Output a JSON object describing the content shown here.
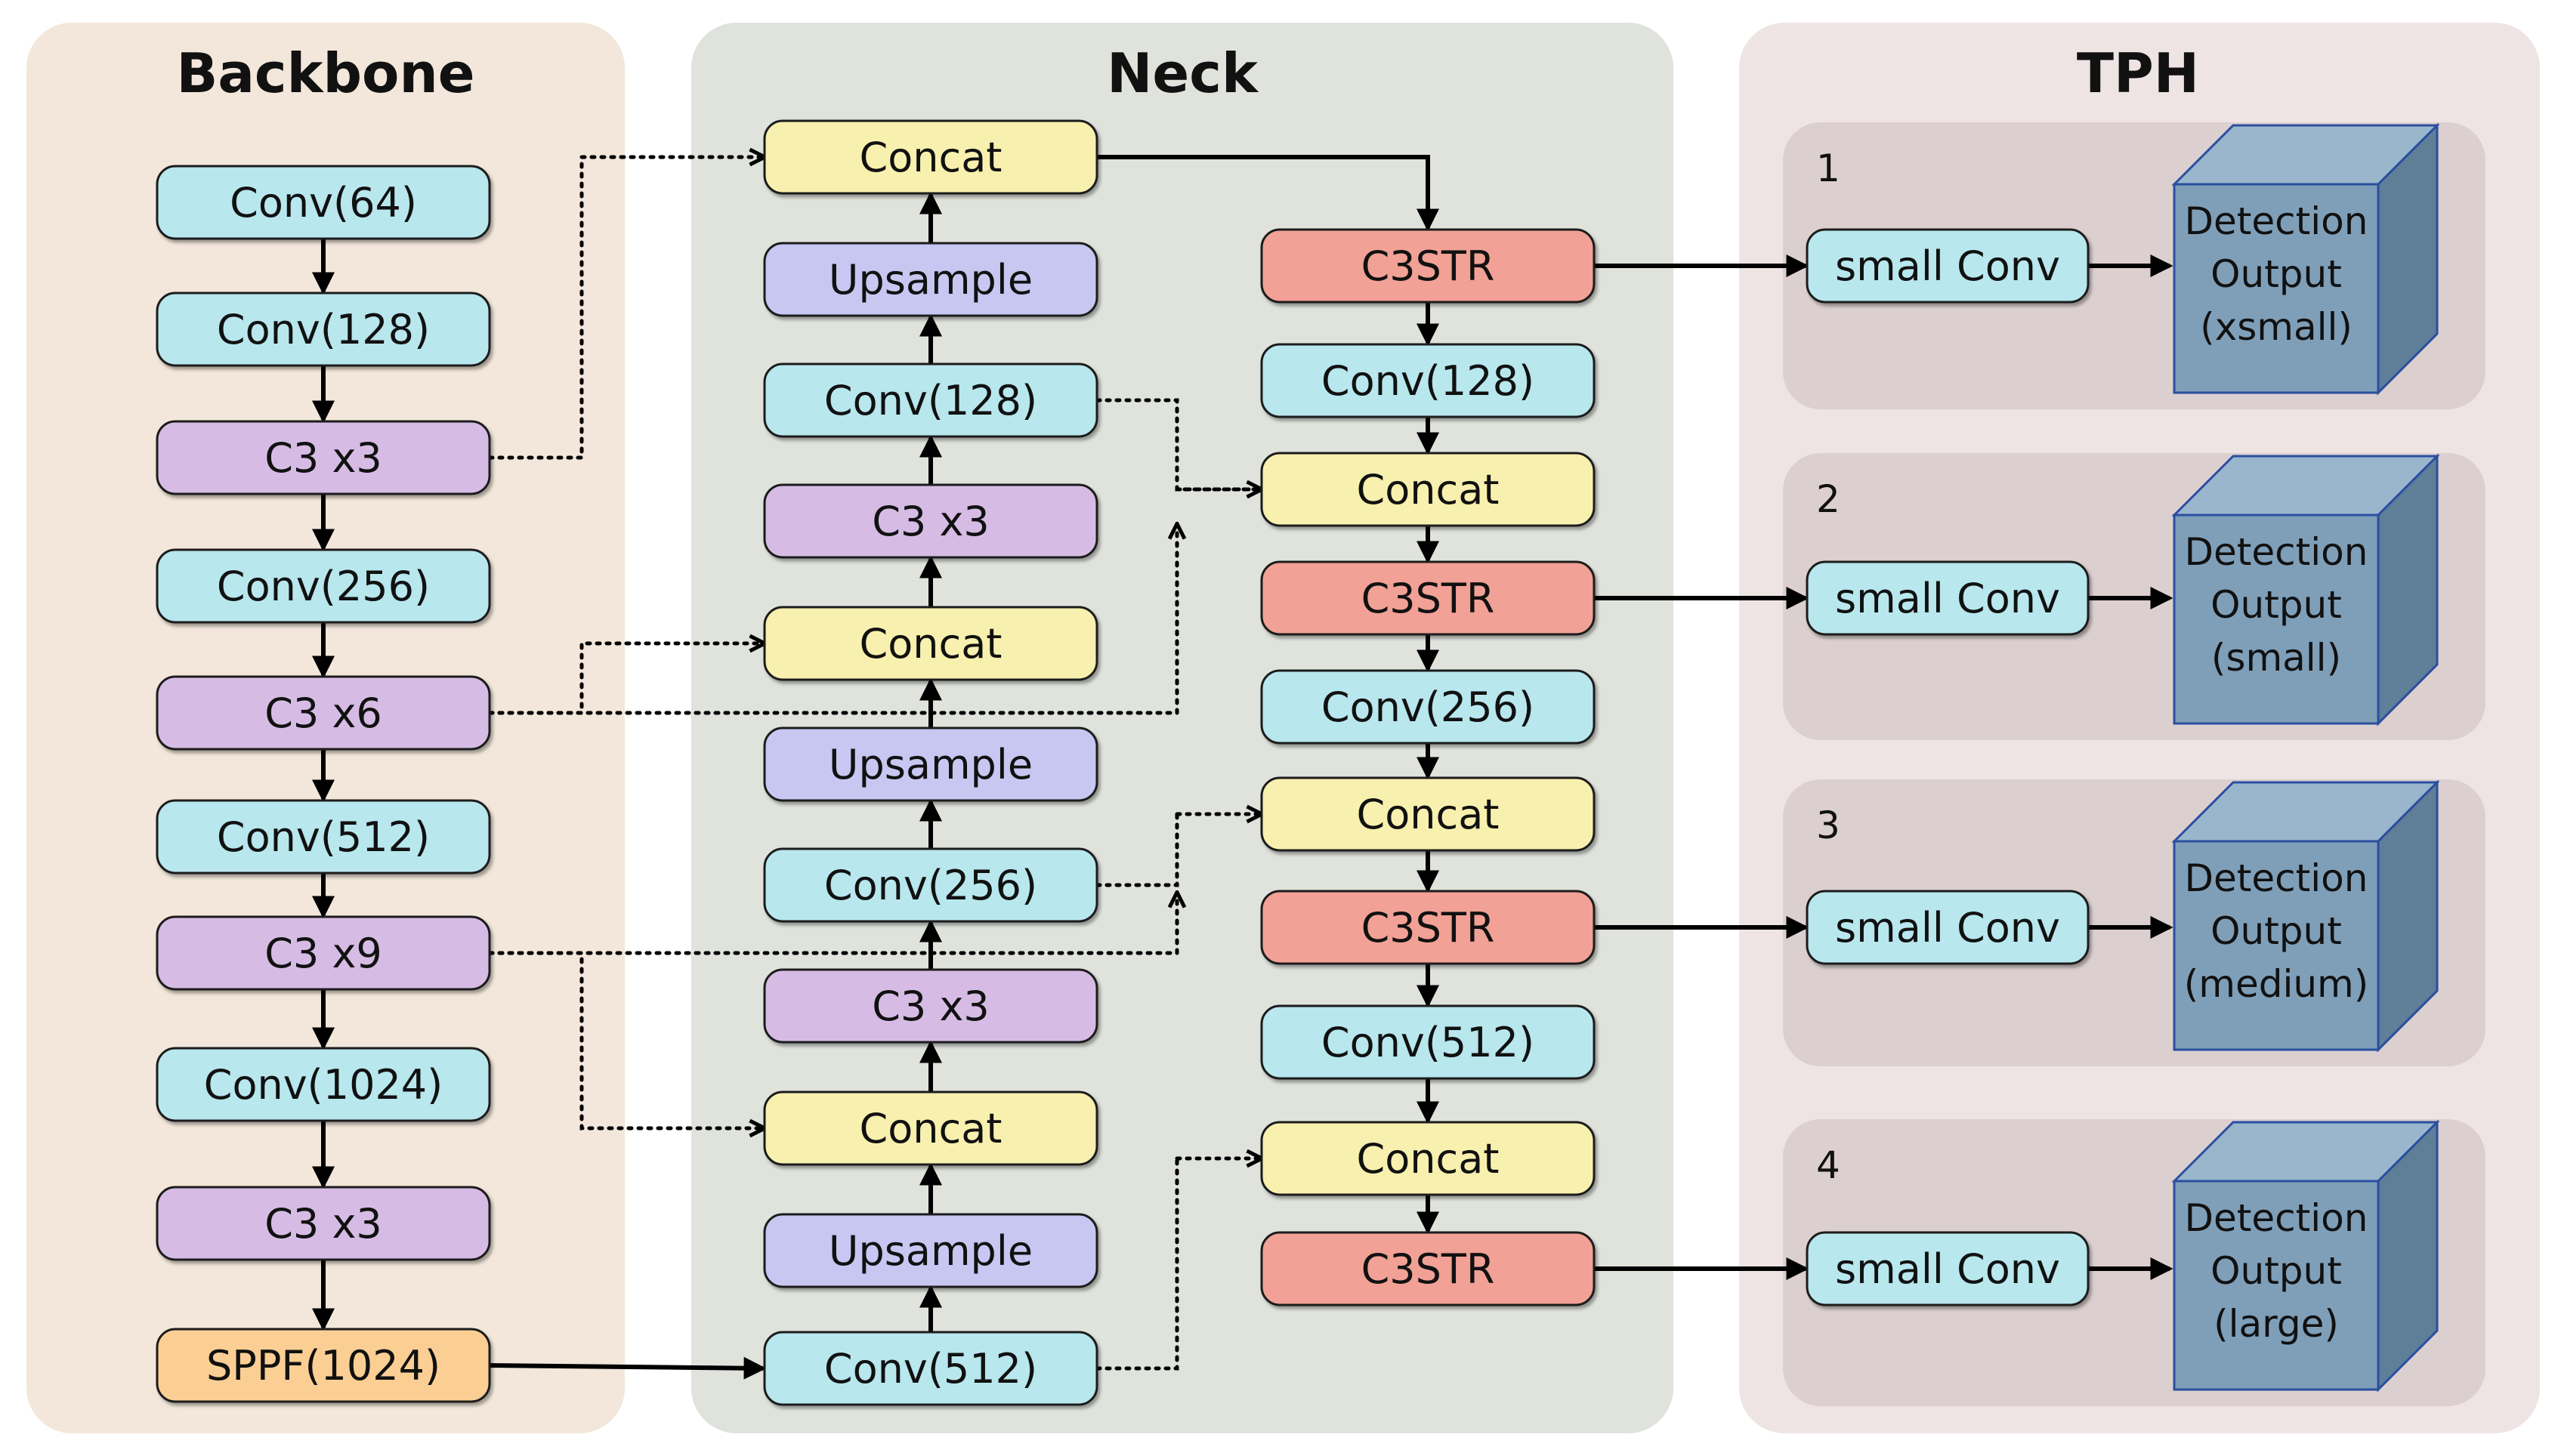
{
  "panels": {
    "backbone": {
      "title": "Backbone"
    },
    "neck": {
      "title": "Neck"
    },
    "tph": {
      "title": "TPH"
    }
  },
  "colors": {
    "backbone_bg": "#f2e7da",
    "neck_bg": "#e0e3dc",
    "tph_bg": "#efe4e4",
    "tph_inner_bg": "#dccfcf",
    "conv": "#b8e7ee",
    "c3": "#d6bce5",
    "upsample": "#c7c7f2",
    "concat": "#f8f0ae",
    "c3str": "#f1a195",
    "sppf": "#fbcf94",
    "cube_front": "#7f9fb9",
    "cube_top": "#9ab6cc",
    "cube_side": "#5f7e98"
  },
  "backbone": {
    "items": [
      "Conv(64)",
      "Conv(128)",
      "C3 x3",
      "Conv(256)",
      "C3 x6",
      "Conv(512)",
      "C3 x9",
      "Conv(1024)",
      "C3 x3",
      "SPPF(1024)"
    ]
  },
  "neck_left": {
    "items": [
      "Concat",
      "Upsample",
      "Conv(128)",
      "C3 x3",
      "Concat",
      "Upsample",
      "Conv(256)",
      "C3 x3",
      "Concat",
      "Upsample",
      "Conv(512)"
    ]
  },
  "neck_right": {
    "items": [
      "C3STR",
      "Conv(128)",
      "Concat",
      "C3STR",
      "Conv(256)",
      "Concat",
      "C3STR",
      "Conv(512)",
      "Concat",
      "C3STR"
    ]
  },
  "tph": {
    "heads": [
      {
        "index": "1",
        "conv_label": "small Conv",
        "output_lines": [
          "Detection",
          "Output",
          "(xsmall)"
        ]
      },
      {
        "index": "2",
        "conv_label": "small Conv",
        "output_lines": [
          "Detection",
          "Output",
          "(small)"
        ]
      },
      {
        "index": "3",
        "conv_label": "small Conv",
        "output_lines": [
          "Detection",
          "Output",
          "(medium)"
        ]
      },
      {
        "index": "4",
        "conv_label": "small Conv",
        "output_lines": [
          "Detection",
          "Output",
          "(large)"
        ]
      }
    ]
  }
}
